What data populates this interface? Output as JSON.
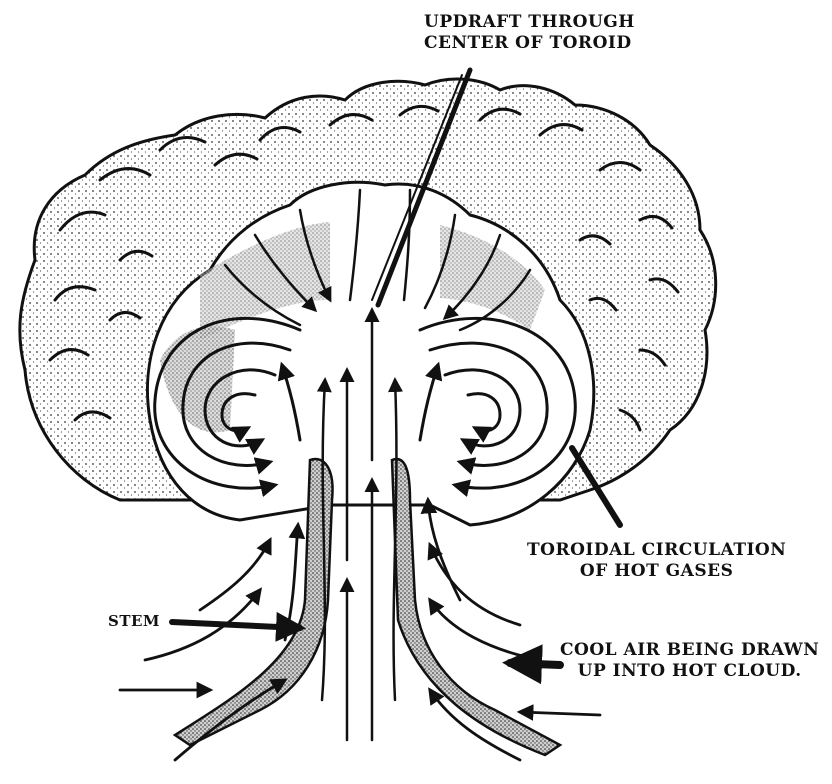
{
  "labels": {
    "updraft_line1": "UPDRAFT THROUGH",
    "updraft_line2": "CENTER OF TOROID",
    "toroidal_line1": "TOROIDAL CIRCULATION",
    "toroidal_line2": "OF HOT GASES",
    "stem": "STEM",
    "cool_line1": "COOL AIR BEING DRAWN",
    "cool_line2": "UP INTO HOT CLOUD."
  },
  "colors": {
    "ink": "#111111",
    "shade": "#bdbdbd",
    "background": "#ffffff"
  }
}
